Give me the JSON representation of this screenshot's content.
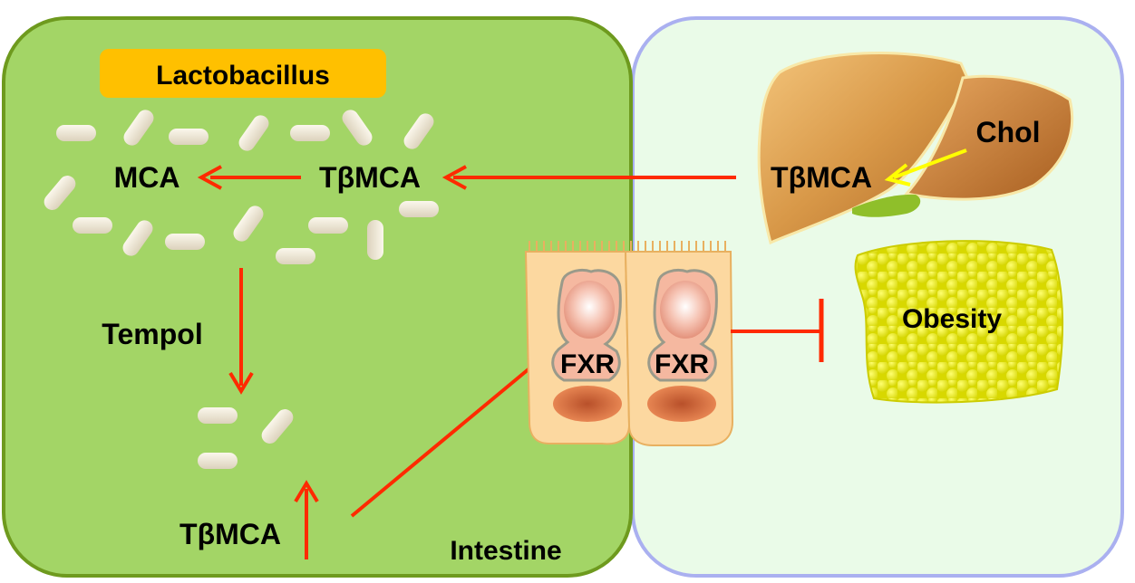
{
  "panels": {
    "intestine_label": "Intestine"
  },
  "labels": {
    "lactobacillus": "Lactobacillus",
    "mca": "MCA",
    "tbmca_intestine": "TβMCA",
    "tbmca_liver": "TβMCA",
    "chol": "Chol",
    "tempol": "Tempol",
    "tbmca_bottom": "TβMCA",
    "fxr_left": "FXR",
    "fxr_right": "FXR",
    "obesity": "Obesity"
  },
  "colors": {
    "intestine_fill": "#a3d566",
    "intestine_border": "#6e9a1e",
    "liver_panel_fill": "#eafbe8",
    "liver_panel_border": "#aab0f0",
    "lactobacillus_badge": "#ffc000",
    "arrow": "#ff2a00",
    "chol_arrow": "#ffff00",
    "fat": "#e8e800",
    "cell": "#fcd8a0",
    "liver": "#c8873a"
  },
  "icons": {
    "bacteria": "bacteria-rod-icon",
    "liver": "liver-icon",
    "cells": "intestinal-cell-icon",
    "fat": "adipose-tissue-icon"
  }
}
